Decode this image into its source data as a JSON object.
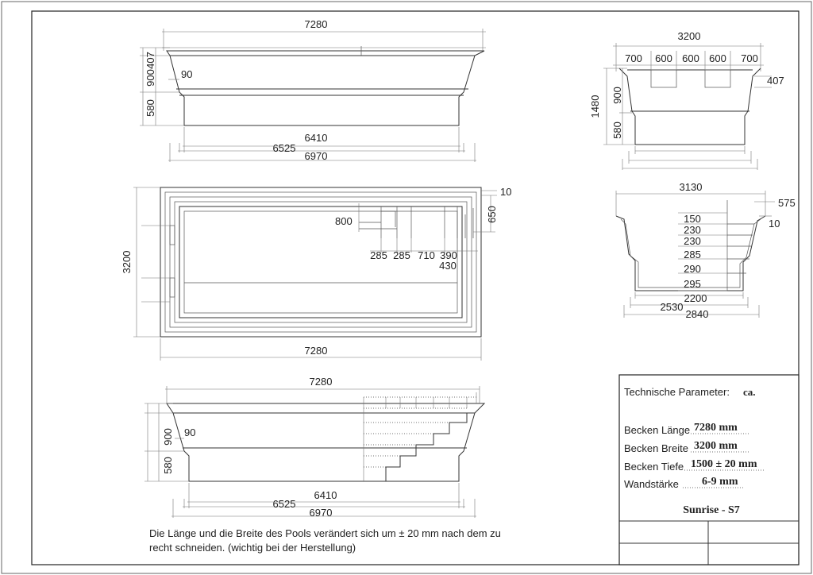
{
  "top_view": {
    "total_length": "7280",
    "h_407": "407",
    "h_900": "900",
    "h_580": "580",
    "offset_90": "90",
    "bottom_6410": "6410",
    "bottom_6525": "6525",
    "bottom_6970": "6970"
  },
  "plan_view": {
    "width_3200": "3200",
    "length_7280": "7280",
    "dim_10": "10",
    "dim_650": "650",
    "dim_800": "800",
    "steps": [
      "285",
      "285",
      "710",
      "390"
    ],
    "dim_430": "430"
  },
  "long_section": {
    "total_length": "7280",
    "h_900": "900",
    "h_580": "580",
    "offset_90": "90",
    "bottom_6410": "6410",
    "bottom_6525": "6525",
    "bottom_6970": "6970"
  },
  "end_view": {
    "width": "3200",
    "segments": [
      "700",
      "600",
      "600",
      "600",
      "700"
    ],
    "h_1480": "1480",
    "h_900": "900",
    "h_580": "580",
    "dim_407": "407"
  },
  "cross_section": {
    "width": "3130",
    "dim_575": "575",
    "dim_10": "10",
    "step_heights": [
      "150",
      "230",
      "230",
      "285",
      "290",
      "295"
    ],
    "bottom_2200": "2200",
    "bottom_2530": "2530",
    "bottom_2840": "2840"
  },
  "params": {
    "heading": "Technische Parameter:",
    "ca": "ca.",
    "length_label": "Becken Länge",
    "length_value": "7280  mm",
    "width_label": "Becken Breite",
    "width_value": "3200  mm",
    "depth_label": "Becken Tiefe",
    "depth_value": "1500 ± 20 mm",
    "wall_label": "Wandstärke",
    "wall_value": "6-9 mm",
    "model": "Sunrise - S7"
  },
  "note": {
    "line1": "Die Länge und die Breite des Pools verändert sich um ± 20 mm nach dem zu",
    "line2": "recht schneiden. (wichtig bei der Herstellung)"
  }
}
